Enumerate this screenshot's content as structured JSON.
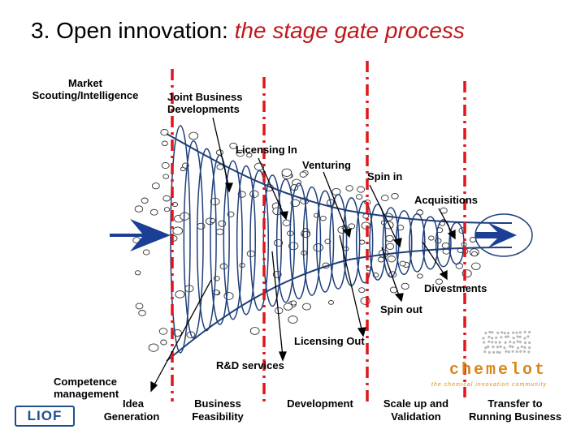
{
  "title": {
    "main": "3. Open innovation: ",
    "accent": "the stage gate process"
  },
  "labels": {
    "market_scouting": [
      "Market",
      "Scouting/Intelligence"
    ],
    "joint_business": [
      "Joint Business",
      "Developments"
    ],
    "licensing_in": "Licensing In",
    "venturing": "Venturing",
    "spin_in": "Spin in",
    "acquisitions": "Acquisitions",
    "divestments": "Divestments",
    "spin_out": "Spin out",
    "licensing_out": "Licensing Out",
    "rd_services": "R&D services",
    "competence_management": [
      "Competence",
      "management"
    ]
  },
  "stages": [
    {
      "label": [
        "Idea",
        "Generation"
      ]
    },
    {
      "label": [
        "Business",
        "Feasibility"
      ]
    },
    {
      "label": [
        "Development"
      ]
    },
    {
      "label": [
        "Scale up and",
        "Validation"
      ]
    },
    {
      "label": [
        "Transfer to",
        "Running Business"
      ]
    }
  ],
  "logos": {
    "liof": "LIOF",
    "chemelot": "chemelot",
    "chemelot_tagline": "the chemical innovation community"
  },
  "colors": {
    "gate": "#e0161c",
    "funnel": "#1f3f7a",
    "arrow": "#1c3f96",
    "accent": "#c0171b",
    "chemelot": "#d9881a"
  }
}
